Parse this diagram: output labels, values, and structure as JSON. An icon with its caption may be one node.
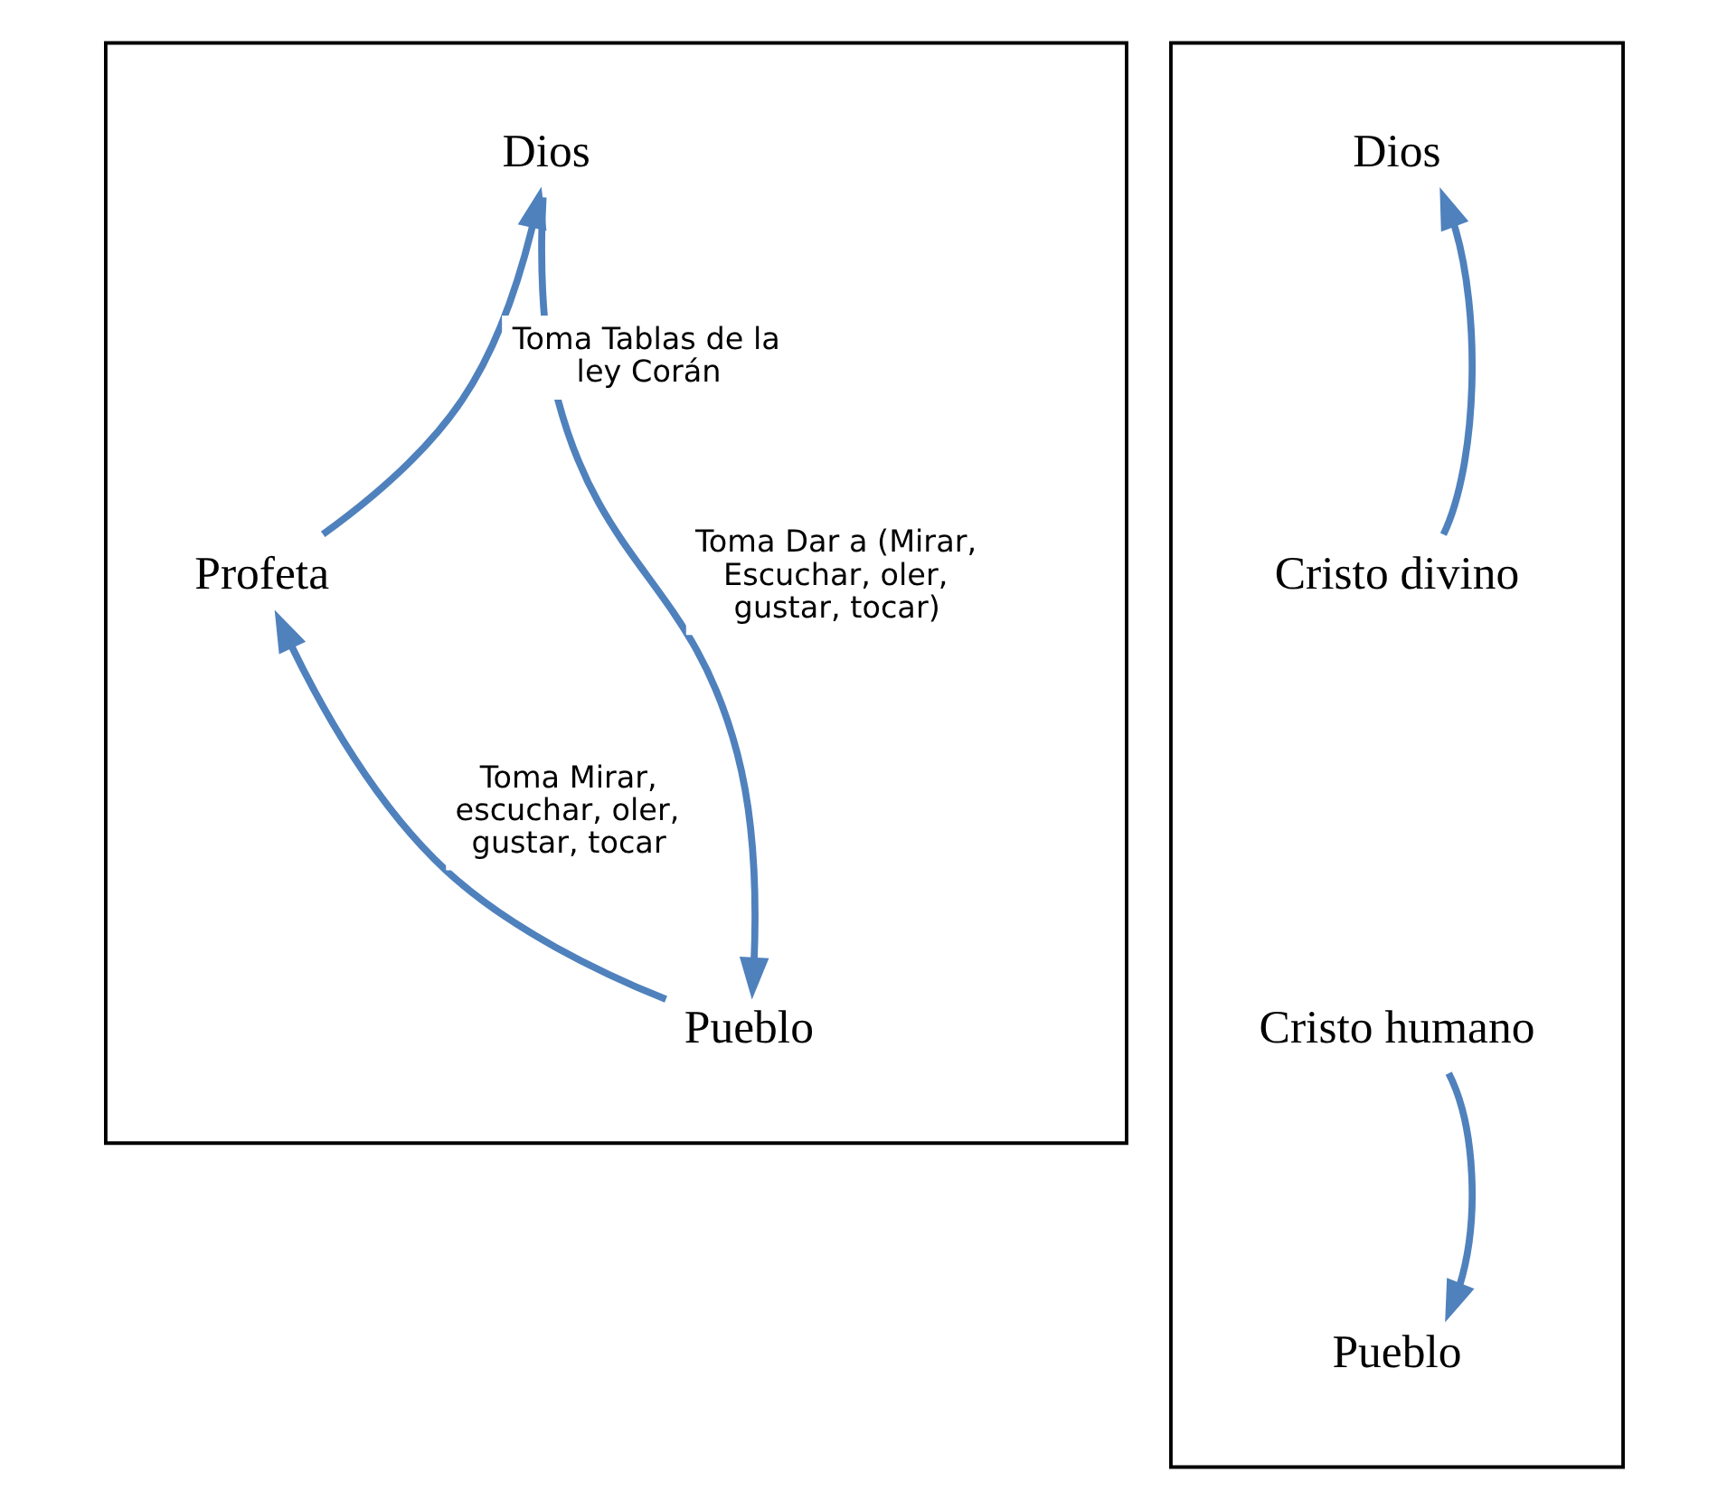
{
  "diagram": {
    "nodes": [
      {
        "text": [],
        "shape": "box"
      },
      {
        "text": [],
        "shape": "box"
      },
      {
        "text": [
          "Dios"
        ],
        "in": 0
      },
      {
        "text": [
          "Profeta"
        ],
        "in": 0
      },
      {
        "text": [
          "Pueblo"
        ],
        "in": 0
      },
      {
        "text": [
          "Dios"
        ],
        "in": 1
      },
      {
        "text": [
          "Cristo divino"
        ],
        "in": 1
      },
      {
        "text": [
          "Cristo humano"
        ],
        "in": 1
      },
      {
        "text": [
          "Pueblo"
        ],
        "in": 1
      }
    ],
    "edges": [
      {
        "from": 3,
        "to": 2,
        "arrow": "to",
        "label": "Toma Tablas de la ley Corán"
      },
      {
        "from": 2,
        "to": 4,
        "arrow": "to",
        "label": "Toma Dar a (Mirar, Escuchar, oler, gustar, tocar)"
      },
      {
        "from": 4,
        "to": 3,
        "arrow": "to",
        "label": "Toma Mirar, escuchar, oler, gustar, tocar"
      },
      {
        "from": 6,
        "to": 5,
        "arrow": "to"
      },
      {
        "from": 7,
        "to": 8,
        "arrow": "to"
      }
    ]
  }
}
